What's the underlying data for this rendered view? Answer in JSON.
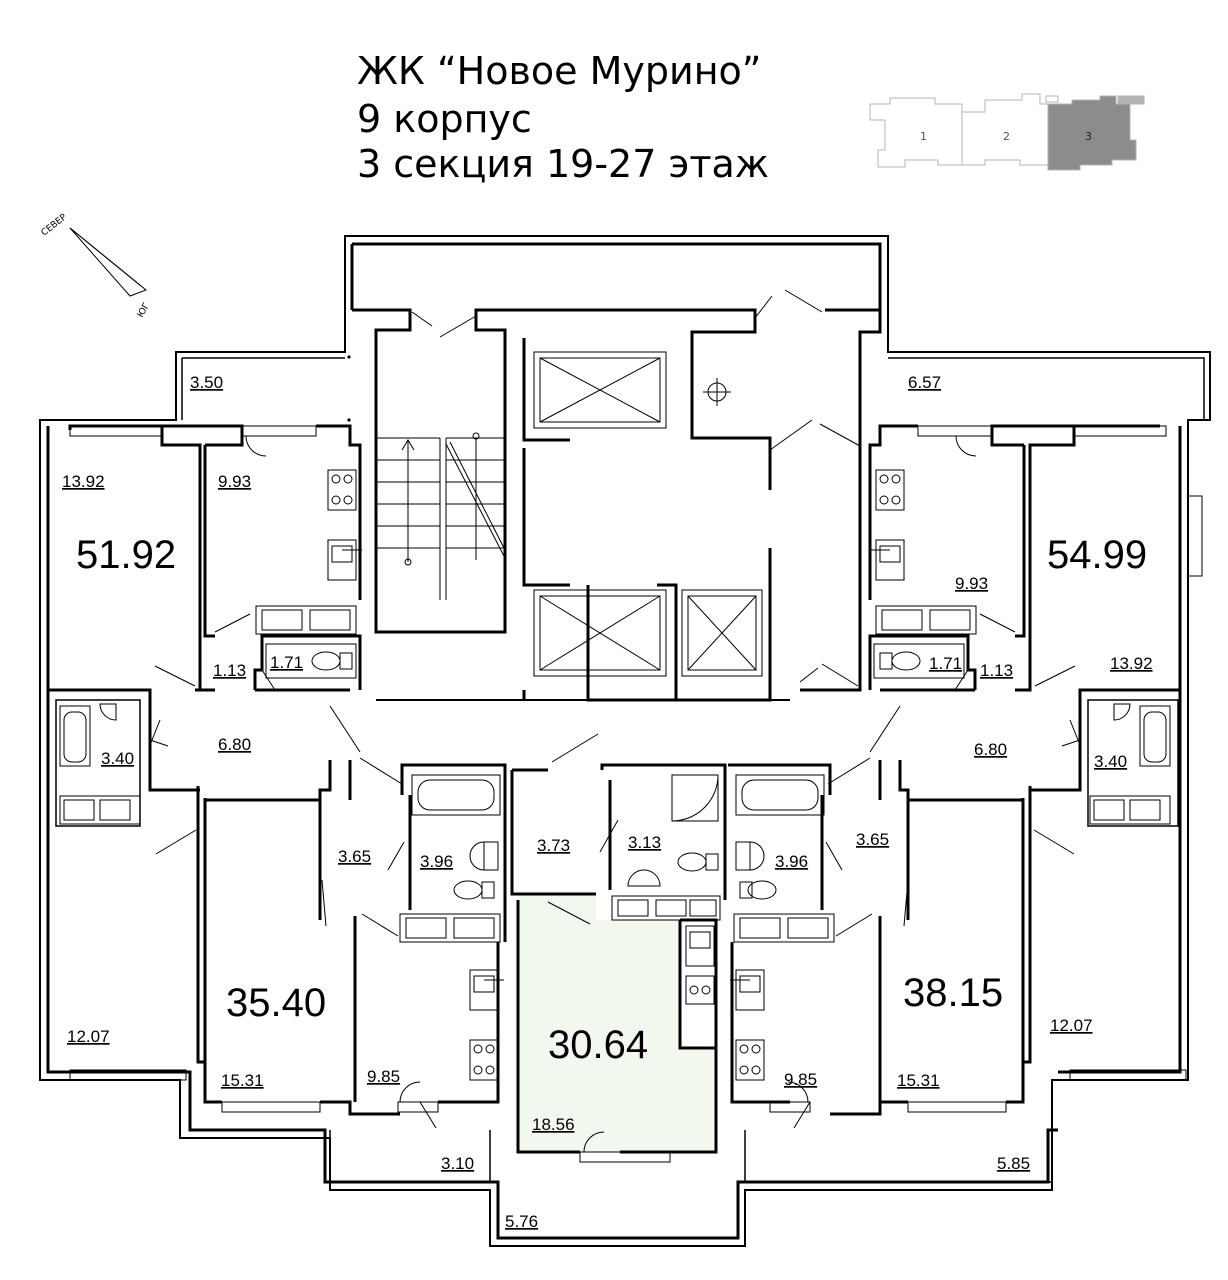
{
  "header": {
    "line1": "ЖК “Новое Мурино”",
    "line2": "9 корпус",
    "line3": "3 секция 19-27 этаж"
  },
  "key_plan": {
    "sections": [
      "1",
      "2",
      "3"
    ],
    "highlighted": "3"
  },
  "compass": {
    "north": "СЕВЕР",
    "south": "ЮГ"
  },
  "apartments": [
    {
      "total": "51.92"
    },
    {
      "total": "54.99"
    },
    {
      "total": "35.40"
    },
    {
      "total": "30.64"
    },
    {
      "total": "38.15"
    }
  ],
  "room_areas": [
    "13.92",
    "9.93",
    "1.13",
    "1.71",
    "3.40",
    "6.80",
    "12.07",
    "3.50",
    "9.93",
    "6.57",
    "13.92",
    "1.71",
    "1.13",
    "3.40",
    "6.80",
    "12.07",
    "3.65",
    "3.96",
    "15.31",
    "9.85",
    "3.10",
    "3.73",
    "3.13",
    "18.56",
    "5.76",
    "3.96",
    "3.65",
    "15.31",
    "9.85",
    "5.85"
  ],
  "colors": {
    "walls": "#000000",
    "key_plan_highlight": "#8c8c8c",
    "studio_fill": "#f3f8ef",
    "key_plan_outline": "#b4b4b4"
  }
}
